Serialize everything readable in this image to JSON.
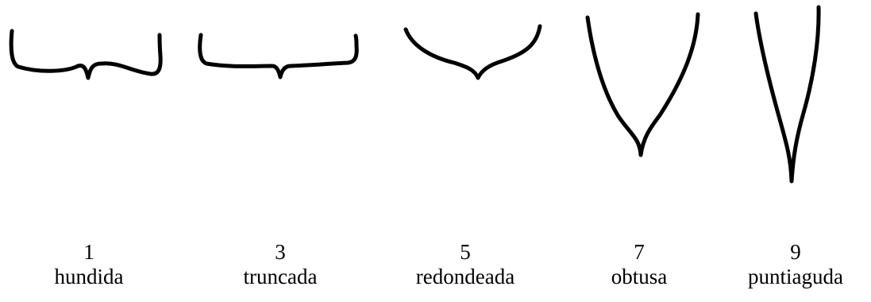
{
  "items": [
    {
      "number": "1",
      "name": "hundida"
    },
    {
      "number": "3",
      "name": "truncada"
    },
    {
      "number": "5",
      "name": "redondeada"
    },
    {
      "number": "7",
      "name": "obtusa"
    },
    {
      "number": "9",
      "name": "puntiaguda"
    }
  ],
  "colors": {
    "stroke": "#000000",
    "background": "#ffffff"
  }
}
